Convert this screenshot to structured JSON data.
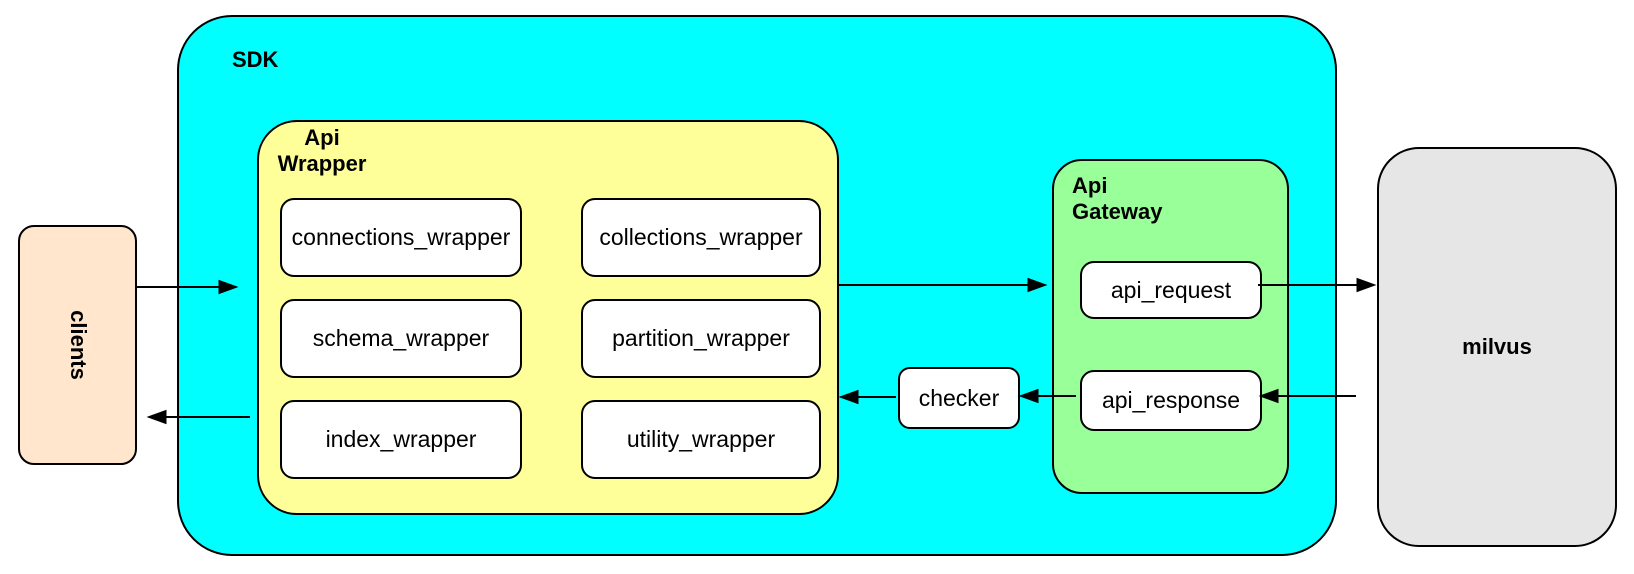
{
  "diagram": {
    "clients": {
      "label": "clients"
    },
    "sdk": {
      "label": "SDK",
      "api_wrapper": {
        "label": "Api\nWrapper",
        "boxes": [
          "connections_wrapper",
          "collections_wrapper",
          "schema_wrapper",
          "partition_wrapper",
          "index_wrapper",
          "utility_wrapper"
        ]
      },
      "checker": {
        "label": "checker"
      },
      "api_gateway": {
        "label": "Api\nGateway",
        "boxes": [
          "api_request",
          "api_response"
        ]
      }
    },
    "milvus": {
      "label": "milvus"
    },
    "connections": [
      {
        "from": "clients",
        "to": "sdk"
      },
      {
        "from": "api_wrapper",
        "to": "api_gateway"
      },
      {
        "from": "api_request",
        "to": "milvus"
      },
      {
        "from": "milvus",
        "to": "api_response"
      },
      {
        "from": "api_response",
        "to": "checker"
      },
      {
        "from": "checker",
        "to": "api_wrapper"
      },
      {
        "from": "sdk",
        "to": "clients"
      }
    ],
    "colors": {
      "sdk_fill": "#00FFFF",
      "api_wrapper_fill": "#FFFF99",
      "api_gateway_fill": "#99FF99",
      "clients_fill": "#FFE6CC",
      "milvus_fill": "#E6E6E6",
      "node_fill": "#FFFFFF",
      "border": "#000000"
    }
  }
}
